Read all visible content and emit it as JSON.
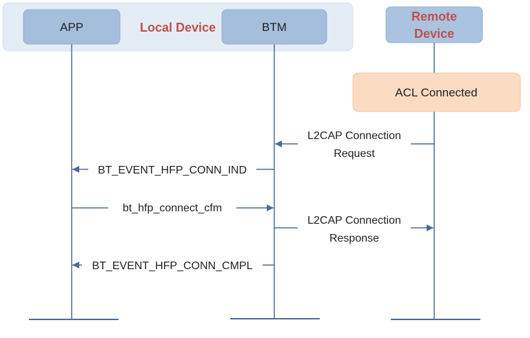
{
  "participants": {
    "app": "APP",
    "btm": "BTM",
    "remote_line1": "Remote",
    "remote_line2": "Device"
  },
  "group": {
    "local_device": "Local Device"
  },
  "note": {
    "acl": "ACL Connected"
  },
  "messages": [
    {
      "from": "Remote Device",
      "to": "BTM",
      "line1": "L2CAP Connection",
      "line2": "Request"
    },
    {
      "from": "BTM",
      "to": "APP",
      "line1": "BT_EVENT_HFP_CONN_IND"
    },
    {
      "from": "APP",
      "to": "BTM",
      "line1": "bt_hfp_connect_cfm"
    },
    {
      "from": "BTM",
      "to": "Remote Device",
      "line1": "L2CAP Connection",
      "line2": "Response"
    },
    {
      "from": "BTM",
      "to": "APP",
      "line1": "BT_EVENT_HFP_CONN_CMPL"
    }
  ],
  "colors": {
    "group_fill": "#e4edf6",
    "participant_fill": "#a4bedc",
    "remote_fill": "#a9c3e0",
    "group_text": "#c0504d",
    "note_fill": "#fbdcc3",
    "line": "#4a6c94"
  }
}
